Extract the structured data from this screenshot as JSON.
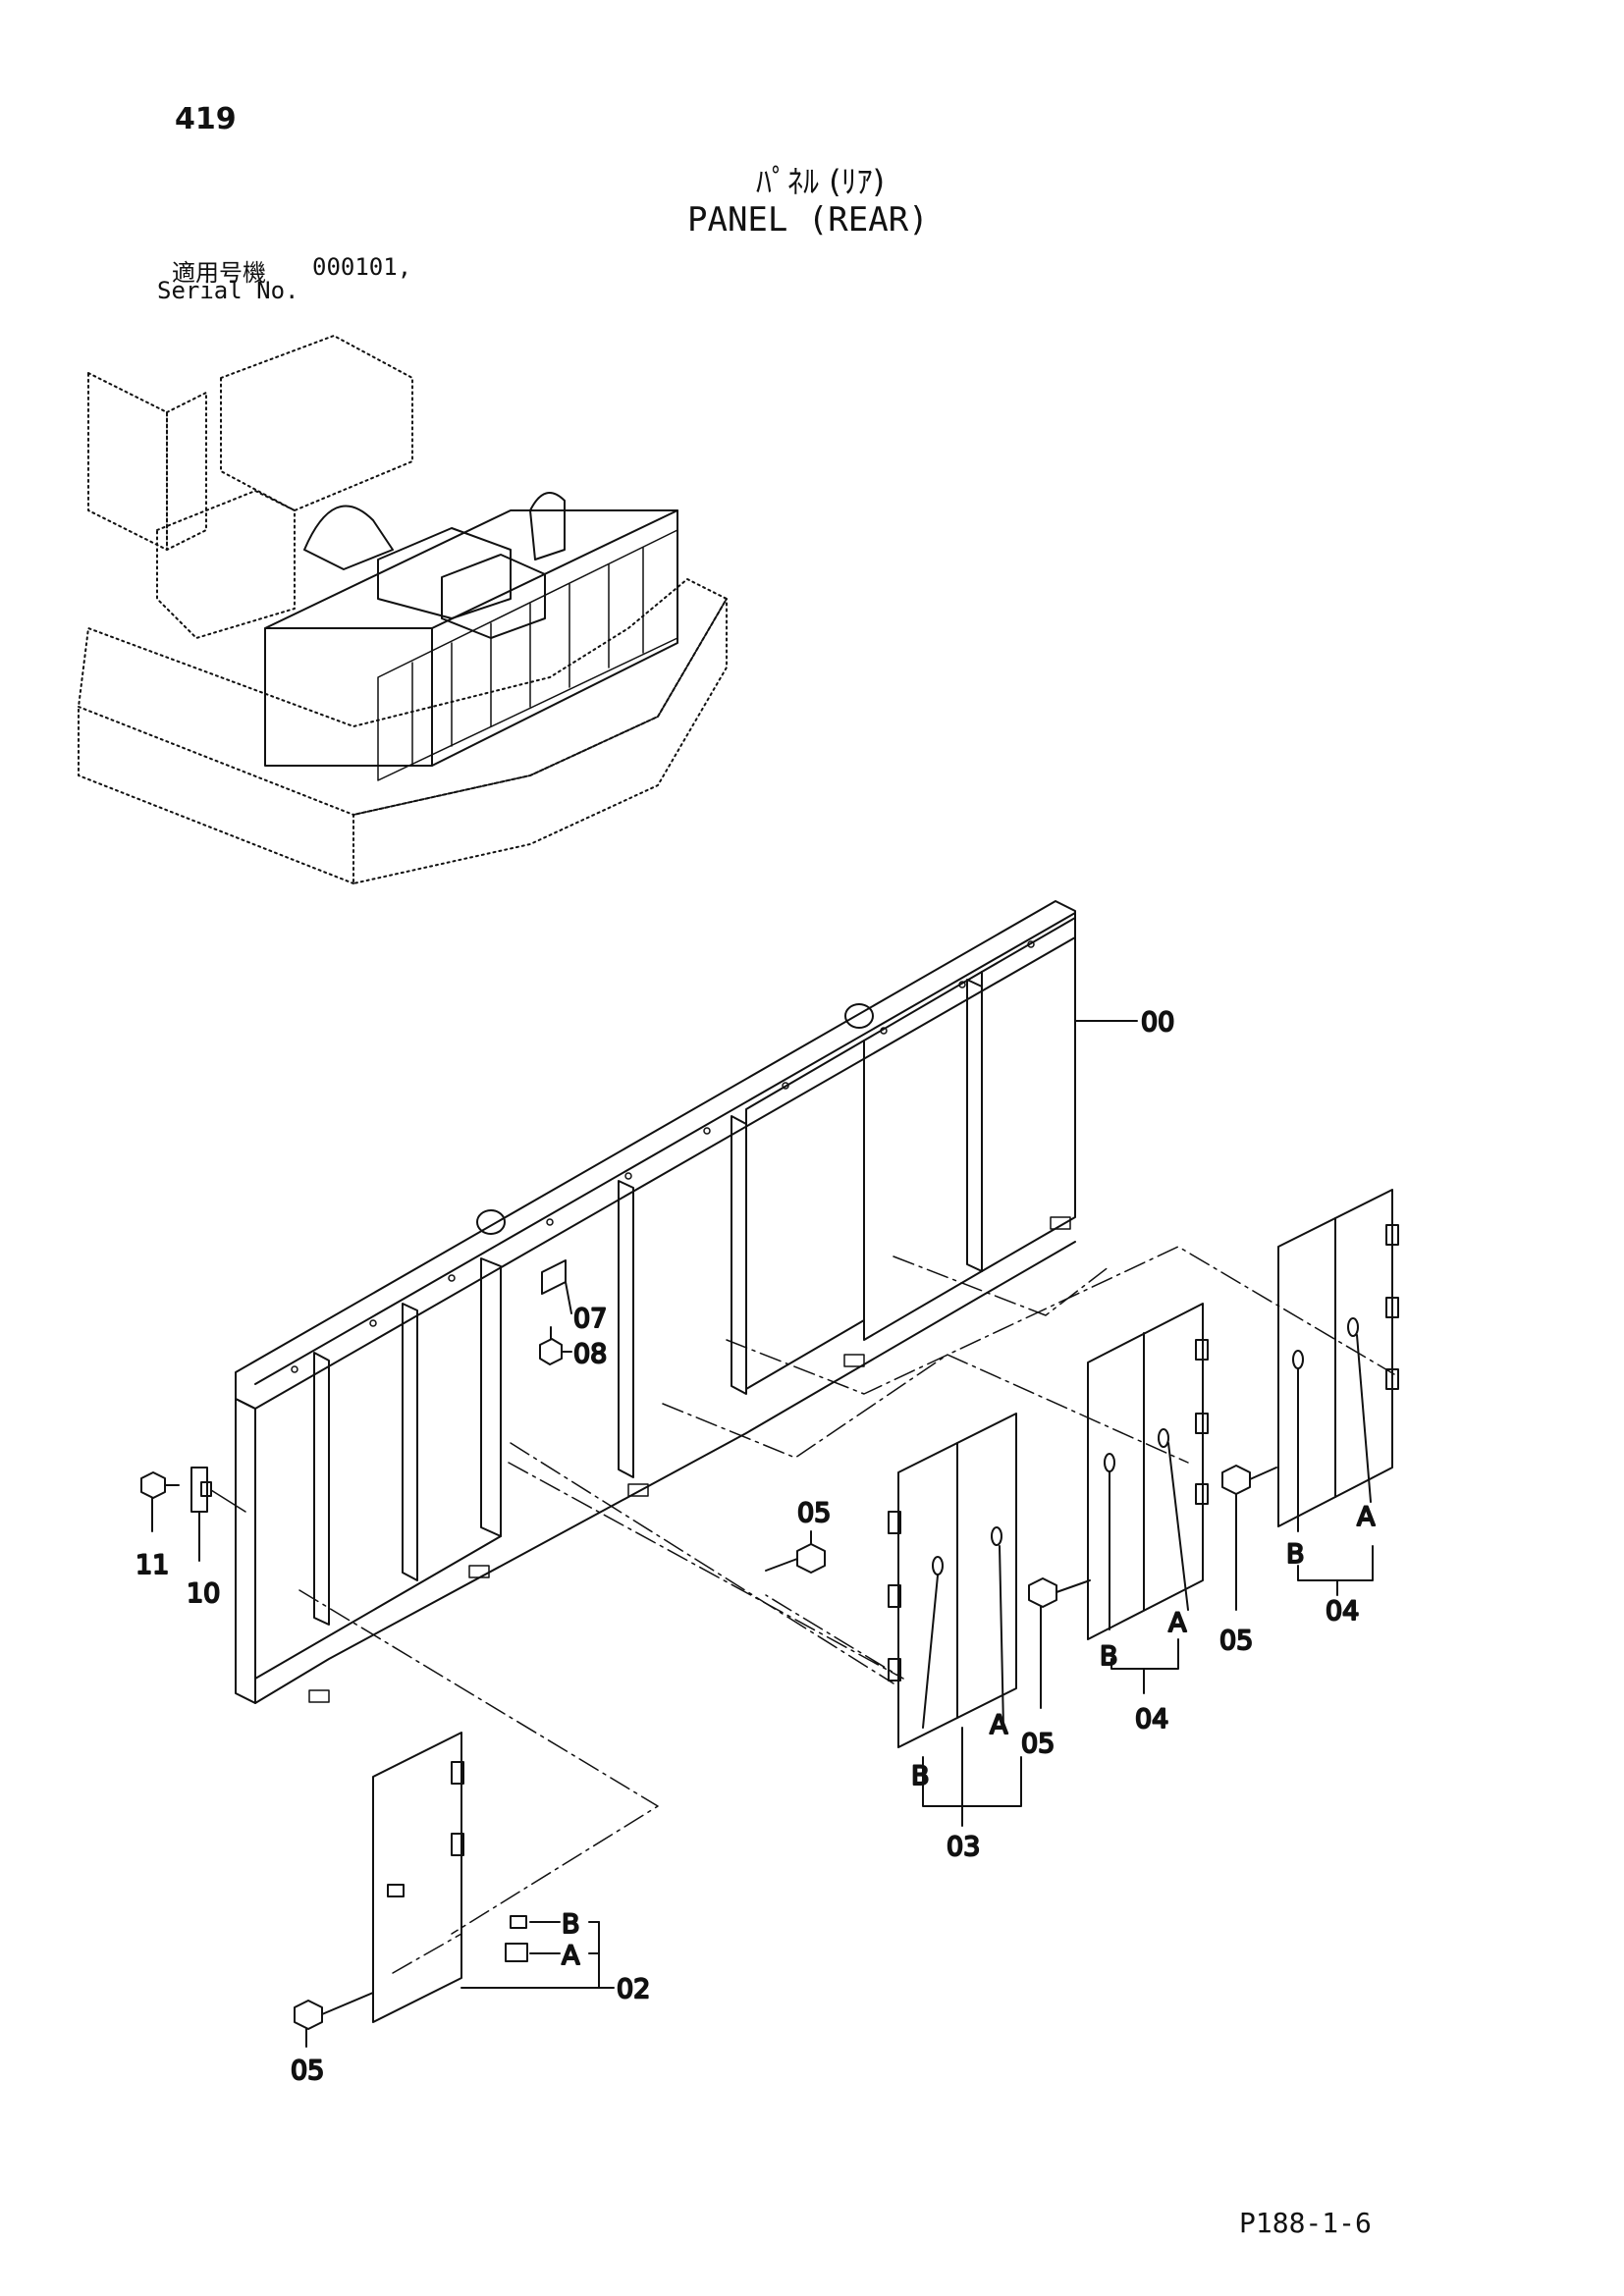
{
  "header": {
    "page_number": "419",
    "title_jp": "ﾊﾟﾈﾙ (ﾘｱ)",
    "title_en": "PANEL (REAR)",
    "serial_label_jp": "適用号機",
    "serial_value": "000101,",
    "serial_label_en": "Serial No."
  },
  "callouts": {
    "c00": "00",
    "c07": "07",
    "c08": "08",
    "c11": "11",
    "c10": "10",
    "c05_a": "05",
    "c05_b": "05",
    "c05_c": "05",
    "c05_d": "05",
    "c03": "03",
    "c04_a": "04",
    "c04_b": "04",
    "c02": "02",
    "a_02": "A",
    "b_02": "B",
    "a_03": "A",
    "b_03": "B",
    "a_04a": "A",
    "b_04a": "B",
    "a_04b": "A",
    "b_04b": "B"
  },
  "footer": {
    "code": "P188-1-6"
  }
}
